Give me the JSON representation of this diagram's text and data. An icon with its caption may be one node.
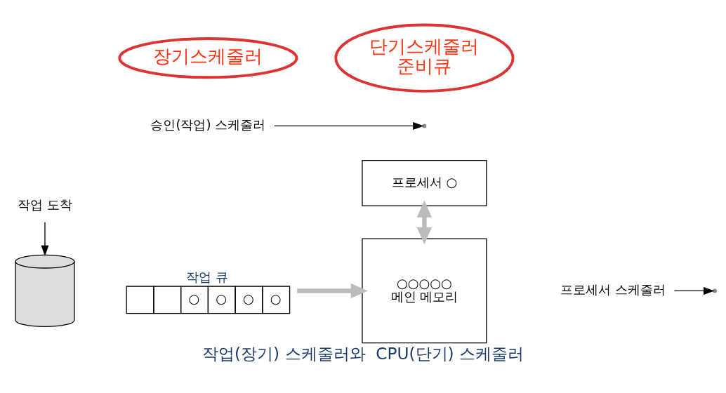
{
  "diagram": {
    "caption": "작업(장기) 스케줄러와  CPU(단기) 스케줄러",
    "nodes": [
      {
        "text": [
          "작업 도착"
        ]
      },
      {
        "text": [],
        "shape": "cylinder"
      },
      {
        "text": [
          "작업 큐",
          "○",
          "○",
          "○",
          "○"
        ]
      },
      {
        "text": [
          "프로세서 ○"
        ]
      },
      {
        "text": [
          "○○○○○",
          "메인 메모리"
        ]
      },
      {
        "text": [
          "승인(작업) 스케줄러"
        ]
      },
      {
        "text": [
          "프로세서 스케줄러"
        ]
      },
      {
        "text": [
          "장기스케줄러"
        ]
      },
      {
        "text": [
          "단기스케줄러",
          "준비큐"
        ]
      }
    ],
    "edges": [
      {
        "from": 0,
        "to": 1,
        "arrow": "to"
      },
      {
        "from": 2,
        "to": 4,
        "arrow": "to",
        "style": "thick",
        "color": "#bbbbbb"
      },
      {
        "from": 5,
        "to": null,
        "arrow": "to"
      },
      {
        "from": 3,
        "to": 4,
        "arrow": "both",
        "style": "thick",
        "color": "#bbbbbb"
      },
      {
        "from": 6,
        "to": null,
        "arrow": "to"
      }
    ]
  }
}
